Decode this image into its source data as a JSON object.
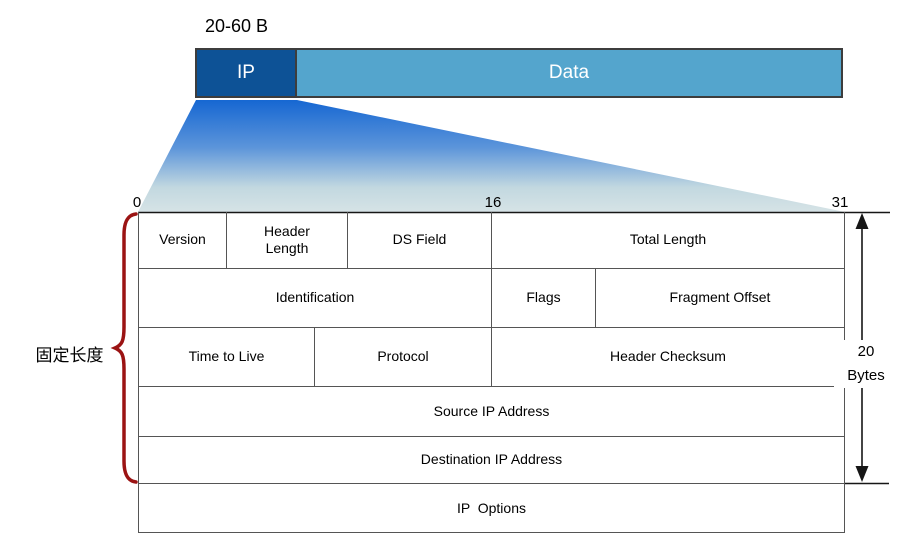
{
  "packet_bar": {
    "size_label": "20-60 B",
    "segments": [
      {
        "label": "IP"
      },
      {
        "label": "Data"
      }
    ]
  },
  "bit_scale": {
    "ticks": [
      "0",
      "16",
      "31"
    ]
  },
  "header_table": {
    "rows": [
      {
        "cells": [
          {
            "label": "Version"
          },
          {
            "label": "Header\nLength"
          },
          {
            "label": "DS Field"
          },
          {
            "label": "Total Length"
          }
        ]
      },
      {
        "cells": [
          {
            "label": "Identification"
          },
          {
            "label": "Flags"
          },
          {
            "label": "Fragment Offset"
          }
        ]
      },
      {
        "cells": [
          {
            "label": "Time to Live"
          },
          {
            "label": "Protocol"
          },
          {
            "label": "Header Checksum"
          }
        ]
      },
      {
        "cells": [
          {
            "label": "Source IP Address"
          }
        ]
      },
      {
        "cells": [
          {
            "label": "Destination IP Address"
          }
        ]
      },
      {
        "cells": [
          {
            "label": "IP  Options"
          }
        ]
      }
    ]
  },
  "annotations": {
    "fixed_length_label": "固定长度",
    "bytes_label": "20\nBytes"
  },
  "colors": {
    "ip-fill": "#0d5296",
    "data-fill": "#54a5cd",
    "bar-border": "#3d3d3d",
    "funnel-top": "#1667d2",
    "funnel-mid": "#5b94da",
    "funnel-low": "#c2d8e0",
    "funnel-bottom": "#d6e3e6",
    "table-line": "#555555",
    "axis-line": "#161616",
    "brace": "#9b1313"
  }
}
